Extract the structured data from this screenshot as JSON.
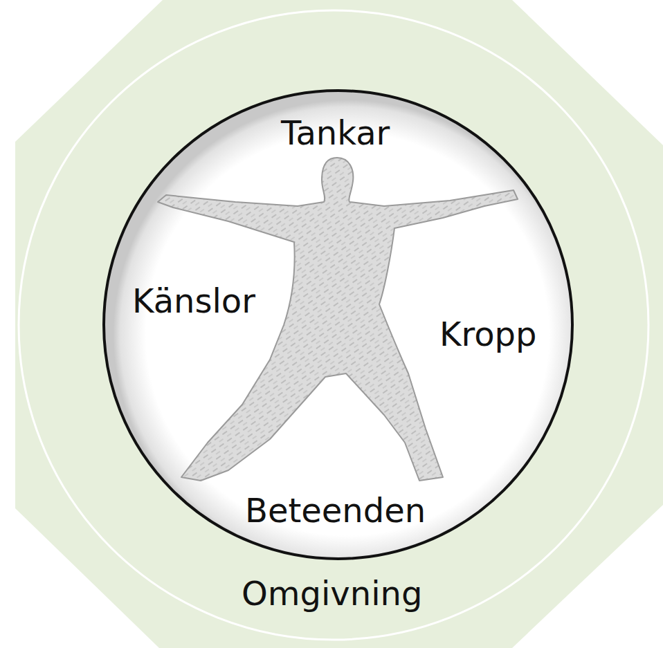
{
  "diagram": {
    "nodes": [
      {
        "text": [
          "Omgivning"
        ]
      },
      {
        "text": [
          "Tankar",
          "Känslor",
          "Kropp",
          "Beteenden"
        ],
        "in": 0
      }
    ]
  }
}
